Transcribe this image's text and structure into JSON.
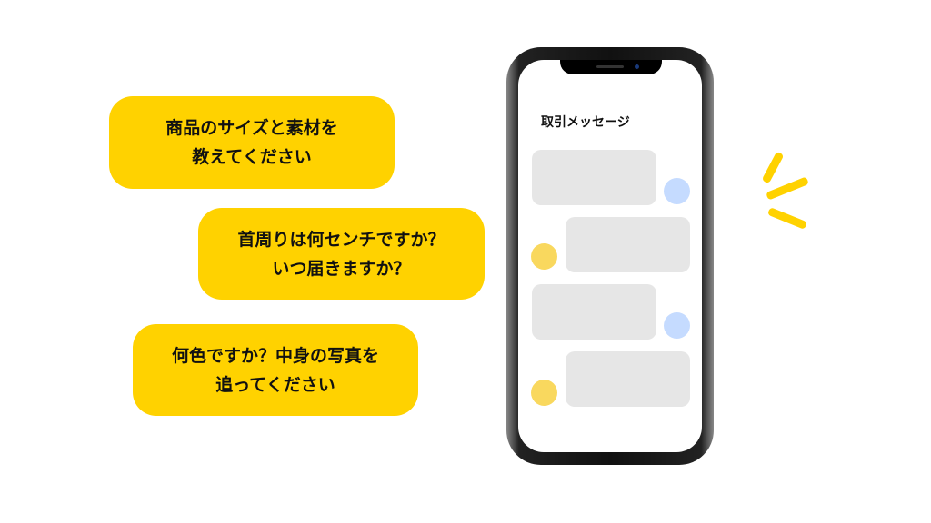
{
  "questions": [
    {
      "line1": "商品のサイズと素材を",
      "line2": "教えてください"
    },
    {
      "line1": "首周りは何センチですか？",
      "line2": "いつ届きますか？"
    },
    {
      "line1": "何色ですか？中身の写真を",
      "line2": "追ってください"
    }
  ],
  "phone": {
    "title": "取引メッセージ"
  },
  "colors": {
    "accent": "#FFD200",
    "seller_avatar": "#C5DBFF",
    "buyer_avatar": "#F9D85E",
    "message": "#E6E6E6"
  }
}
